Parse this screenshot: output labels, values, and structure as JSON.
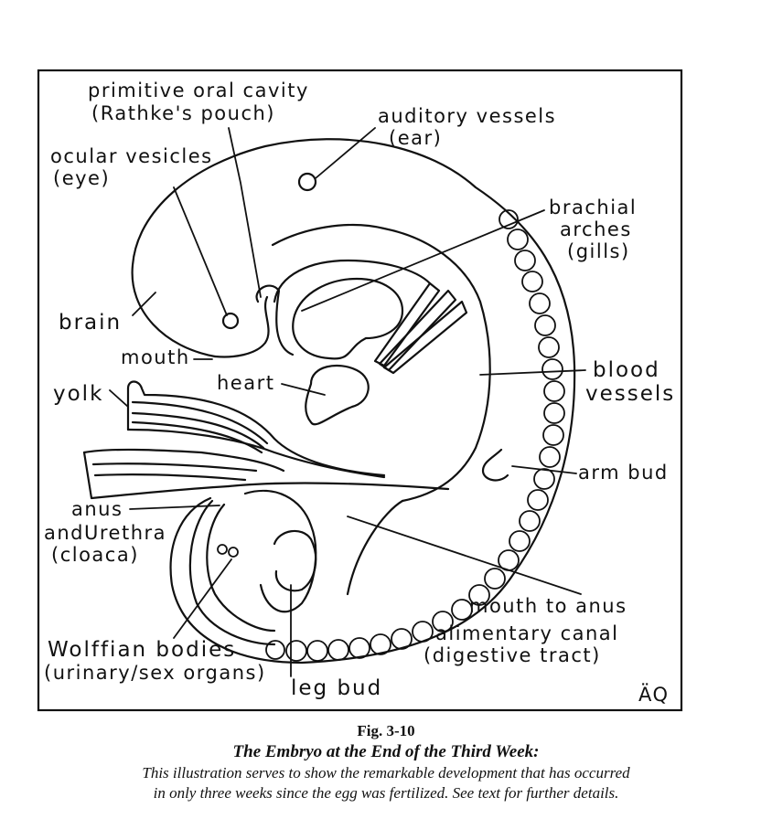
{
  "labels": {
    "primitive_oral_cavity": "primitive oral cavity",
    "rathkes_pouch": "(Rathke's pouch)",
    "auditory_vessels": "auditory vessels",
    "ear": "(ear)",
    "ocular_vesicles": "ocular vesicles",
    "eye": "(eye)",
    "brachial": "brachial",
    "arches": "arches",
    "gills": "(gills)",
    "brain": "brain",
    "mouth": "mouth",
    "heart": "heart",
    "yolk": "yolk",
    "blood": "blood",
    "vessels": "vessels",
    "arm_bud": "arm bud",
    "anus": "anus",
    "and_urethra": "andUrethra",
    "cloaca": "(cloaca)",
    "mouth_to_anus": "mouth to anus",
    "alimentary_canal": "alimentary canal",
    "digestive_tract": "(digestive tract)",
    "wolffian_bodies": "Wolffian bodies",
    "urinary_sex_organs": "(urinary/sex organs)",
    "leg_bud": "leg bud",
    "artist": "ÄQ"
  },
  "caption": {
    "number": "Fig. 3-10",
    "title": "The Embryo at the End of the Third Week:",
    "line1": "This illustration serves to show the remarkable development that has occurred",
    "line2": "in only three weeks since the egg was fertilized.  See text for further details."
  }
}
